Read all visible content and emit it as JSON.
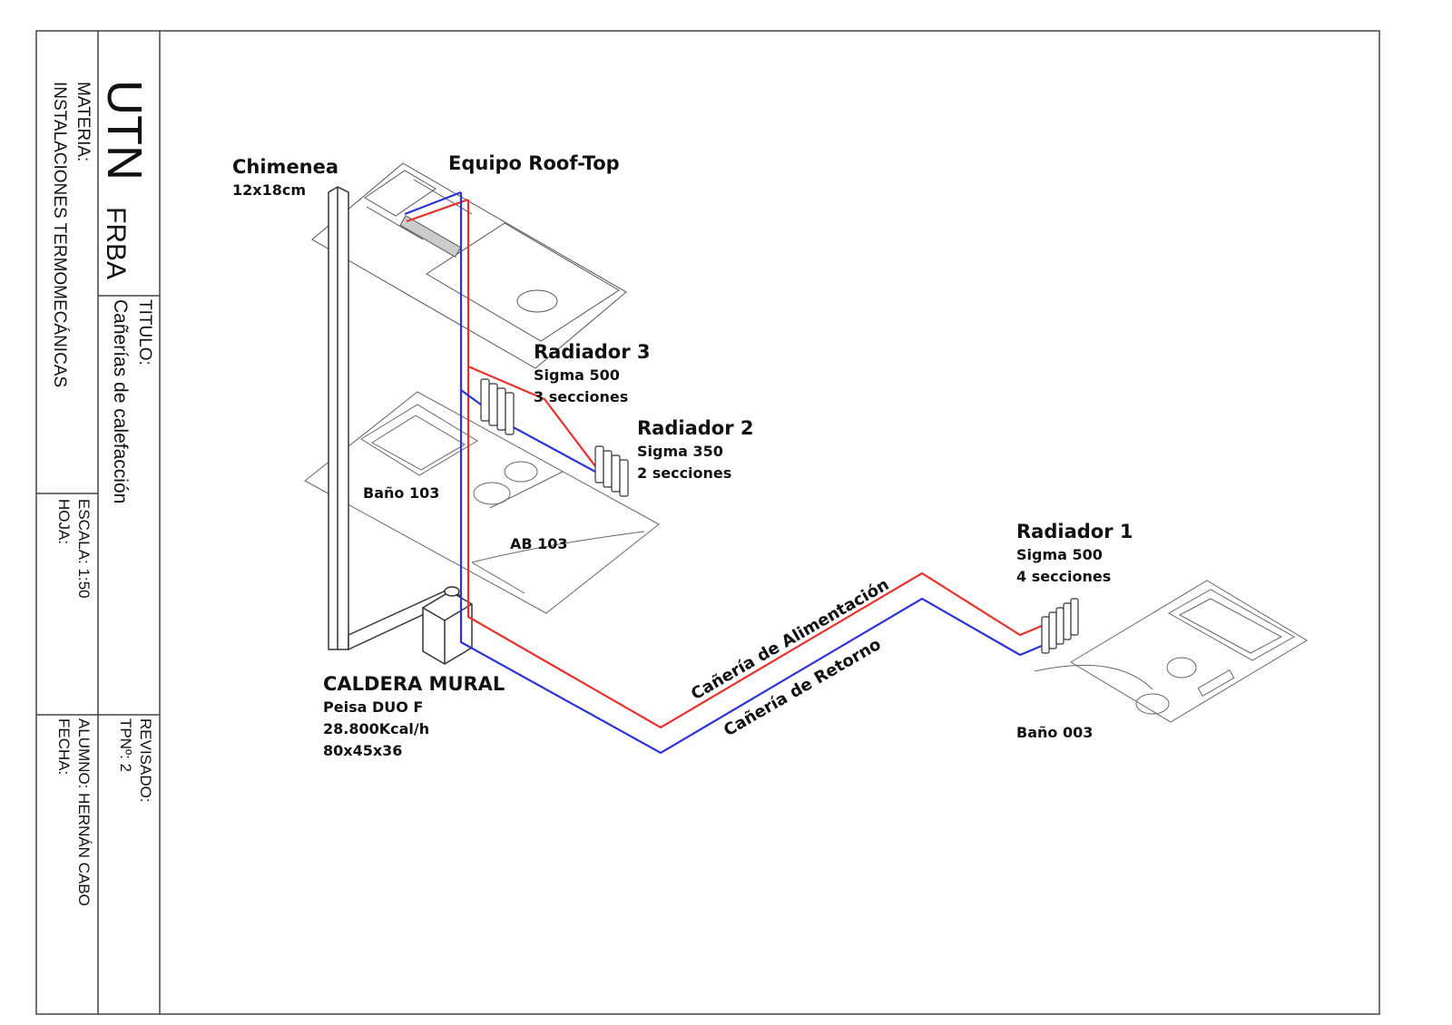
{
  "title_block": {
    "university": "UTN",
    "faculty": "FRBA",
    "materia_label": "MATERIA:",
    "materia_value": "INSTALACIONES TERMOMECÁNICAS",
    "titulo_label": "TITULO:",
    "titulo_value": "Cañerías de calefacción",
    "escala": "ESCALA: 1:50",
    "hoja": "HOJA:",
    "revisado": "REVISADO:",
    "tp": "TPNº: 2",
    "alumno": "ALUMNO: HERNÁN CABO",
    "fecha": "FECHA:"
  },
  "labels": {
    "chimenea": "Chimenea",
    "chimenea_size": "12x18cm",
    "roof_top": "Equipo Roof-Top",
    "radiador3": "Radiador 3",
    "radiador3_model": "Sigma 500",
    "radiador3_sections": "3 secciones",
    "radiador2": "Radiador 2",
    "radiador2_model": "Sigma 350",
    "radiador2_sections": "2 secciones",
    "radiador1": "Radiador 1",
    "radiador1_model": "Sigma 500",
    "radiador1_sections": "4 secciones",
    "bano103": "Baño 103",
    "ab103": "AB 103",
    "bano003": "Baño 003",
    "caldera": "CALDERA MURAL",
    "caldera_model": "Peisa DUO F",
    "caldera_power": "28.800Kcal/h",
    "caldera_size": "80x45x36",
    "pipe_supply": "Cañería de Alimentación",
    "pipe_return": "Cañería de Retorno"
  },
  "colors": {
    "supply": "#e8312b",
    "return": "#2b33d6",
    "line": "#333333"
  }
}
